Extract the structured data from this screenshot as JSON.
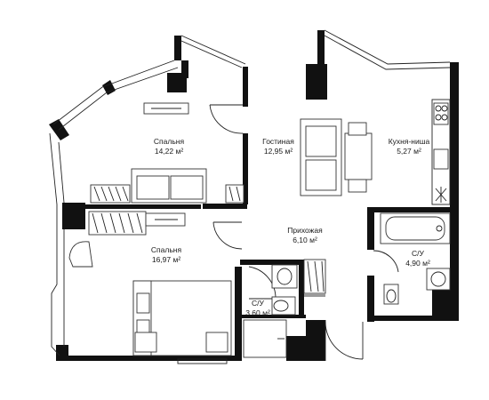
{
  "rooms": [
    {
      "id": "bedroom-1",
      "name": "Спальня",
      "area": "14,22 м²"
    },
    {
      "id": "living-room",
      "name": "Гостиная",
      "area": "12,95 м²"
    },
    {
      "id": "kitchen-niche",
      "name": "Кухня-ниша",
      "area": "5,27 м²"
    },
    {
      "id": "hallway",
      "name": "Прихожая",
      "area": "6,10 м²"
    },
    {
      "id": "bedroom-2",
      "name": "Спальня",
      "area": "16,97 м²"
    },
    {
      "id": "bathroom-1",
      "name": "С/У",
      "area": "4,90 м²"
    },
    {
      "id": "bathroom-2",
      "name": "С/У",
      "area": "3,60 м²"
    }
  ],
  "colors": {
    "wall": "#111111",
    "line": "#222222",
    "background": "#ffffff",
    "accent_grey": "#9a9a9a"
  }
}
